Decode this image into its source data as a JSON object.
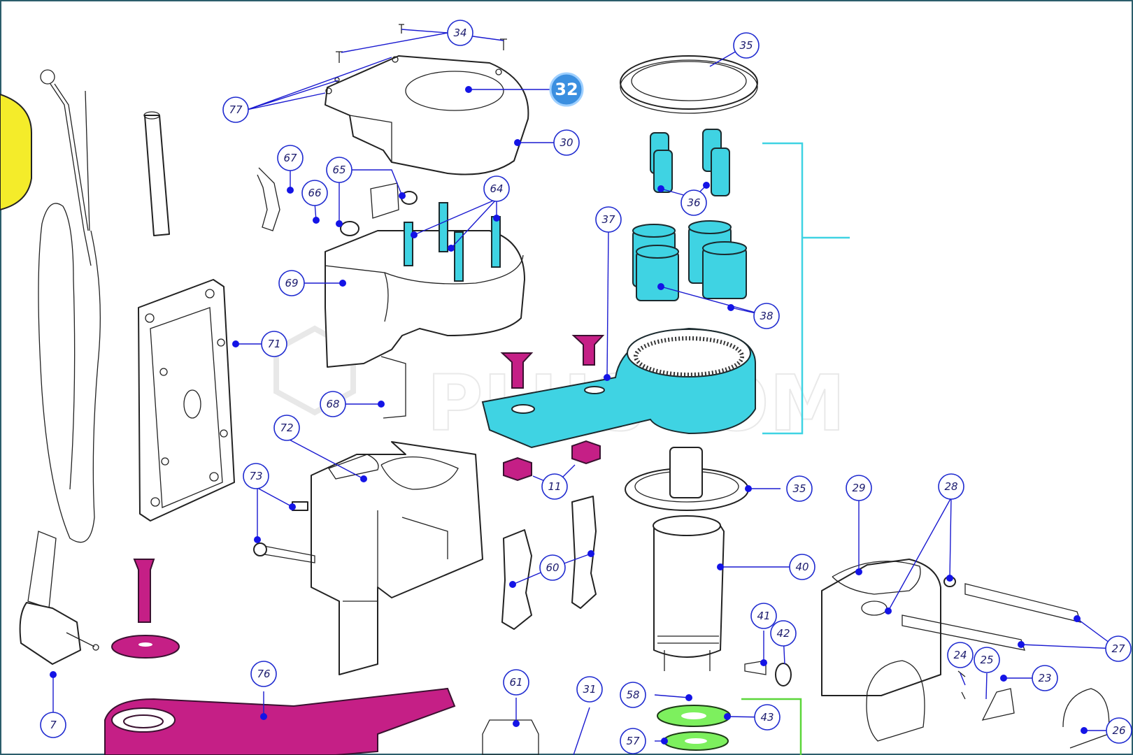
{
  "watermark": "PLUSCOM",
  "highlighted_callout": "32",
  "callouts": [
    {
      "label": "34"
    },
    {
      "label": "35"
    },
    {
      "label": "77"
    },
    {
      "label": "30"
    },
    {
      "label": "67"
    },
    {
      "label": "65"
    },
    {
      "label": "66"
    },
    {
      "label": "64"
    },
    {
      "label": "36"
    },
    {
      "label": "37"
    },
    {
      "label": "38"
    },
    {
      "label": "69"
    },
    {
      "label": "71"
    },
    {
      "label": "68"
    },
    {
      "label": "72"
    },
    {
      "label": "73"
    },
    {
      "label": "11"
    },
    {
      "label": "35"
    },
    {
      "label": "29"
    },
    {
      "label": "28"
    },
    {
      "label": "60"
    },
    {
      "label": "40"
    },
    {
      "label": "41"
    },
    {
      "label": "42"
    },
    {
      "label": "27"
    },
    {
      "label": "24"
    },
    {
      "label": "25"
    },
    {
      "label": "23"
    },
    {
      "label": "7"
    },
    {
      "label": "76"
    },
    {
      "label": "61"
    },
    {
      "label": "31"
    },
    {
      "label": "58"
    },
    {
      "label": "43"
    },
    {
      "label": "57"
    },
    {
      "label": "26"
    }
  ],
  "colors": {
    "callout_stroke": "#1f2bd0",
    "leader": "#1a1ad0",
    "cyan_parts": "#3fd3e3",
    "magenta_parts": "#c51f86",
    "green_parts": "#7df05e",
    "yellow_part": "#f4ec2a",
    "badge": "#3b8fe0",
    "bracket_cyan": "#3fd3e3",
    "bracket_green": "#5bd63a"
  }
}
